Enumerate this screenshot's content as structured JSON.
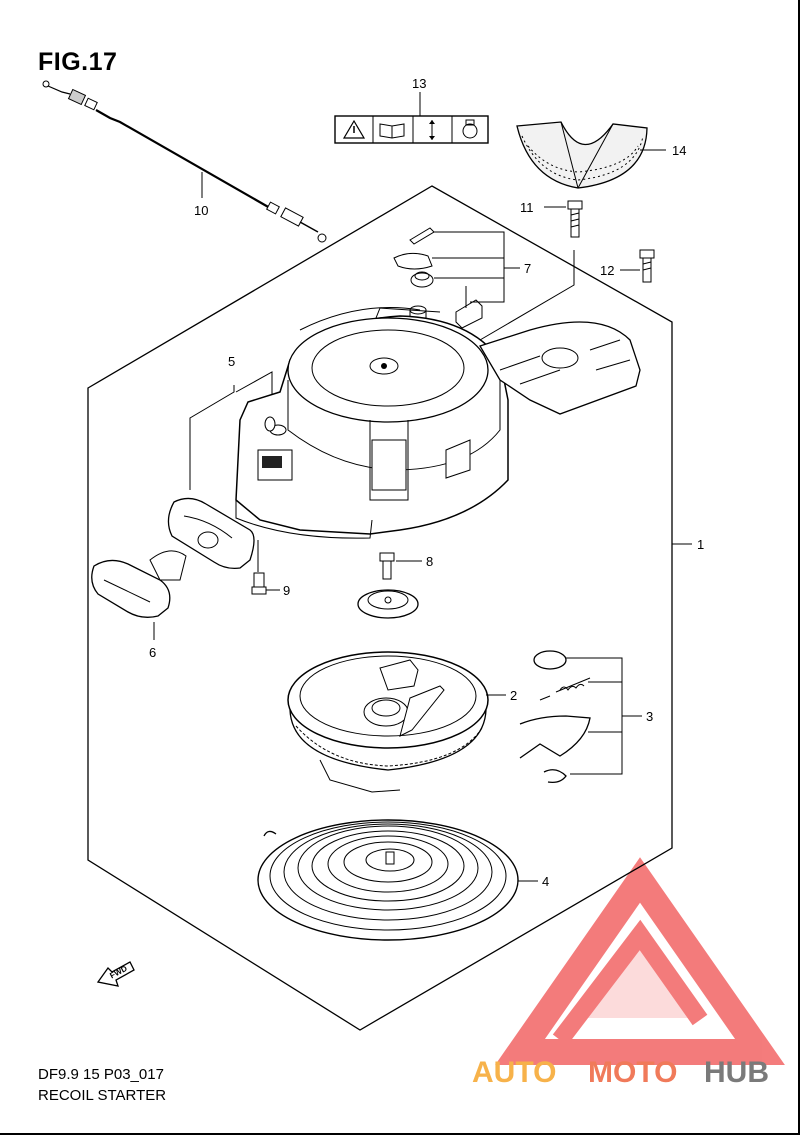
{
  "figure": {
    "title": "FIG.17",
    "code": "DF9.9 15 P03_017",
    "name": "RECOIL STARTER"
  },
  "callouts": [
    "1",
    "2",
    "3",
    "4",
    "5",
    "6",
    "7",
    "8",
    "9",
    "10",
    "11",
    "12",
    "13",
    "14"
  ],
  "fwd_label": "FWD",
  "watermark": {
    "text_part1": "AUTO",
    "text_part2": "MOTO",
    "text_part3": "HUB",
    "colors": {
      "logo": "#f05050",
      "part1": "#f7b24a",
      "part2": "#f07a5a",
      "part3": "#7a7a7a"
    }
  }
}
